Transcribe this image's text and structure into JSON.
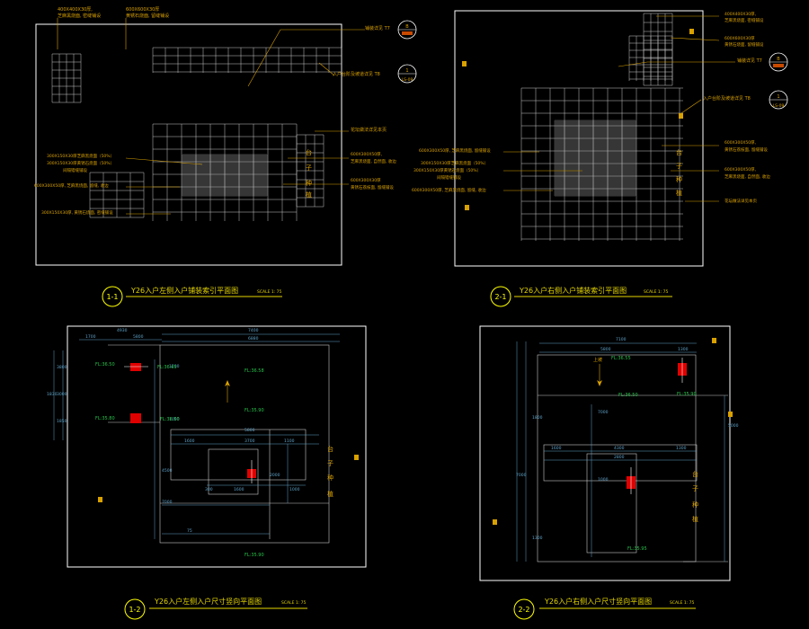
{
  "drawing": {
    "colors": {
      "frame": "#ffffff",
      "grid": "#c8c8c8",
      "leader": "#d9a100",
      "annotation": "#d9a100",
      "dimension": "#5fa3c9",
      "elevation": "#27c24a",
      "marker": "#e00000",
      "title": "#e6d600",
      "circle": "#ffff00"
    },
    "symbols": [
      "section-marker",
      "index-circle",
      "elevation-marker",
      "north-arrow"
    ]
  },
  "views": [
    {
      "id": "1-1",
      "title": "Y26入户左侧入户铺装索引平面图",
      "scale": "SCALE 1: 75",
      "labels": {
        "top_left": [
          "400X400X30厚,",
          "芝麻黑烧面, 密缝铺设"
        ],
        "top_mid": [
          "600X600X30厚",
          "黄锈石烧面, 留缝铺设"
        ],
        "right_1": "铺装详见 T7",
        "right_2": "入户台阶及坡道详见 T8",
        "right_3": "花坛做法详见本页",
        "left_1": "300X150X30厚芝麻黑烧面（50%）",
        "left_2": "300X150X30厚黄锈石烧面（50%）",
        "left_3": "间隔错缝铺设",
        "left_4": "600X300X50厚, 芝麻黑烧面, 留缝, 收边",
        "left_5": "300X150X30厚, 黄锈石烧面, 密缝铺设",
        "right_4": [
          "600X300X50厚,",
          "芝麻黑烧面, 自然面, 收边"
        ],
        "right_5": [
          "600X300X30厚",
          "黄锈石荔枝面, 留缝铺设"
        ],
        "vertical": [
          "台",
          "子",
          "种",
          "植"
        ],
        "index_a": [
          "B",
          "T7"
        ],
        "index_b": [
          "1",
          "LS-09"
        ]
      }
    },
    {
      "id": "2-1",
      "title": "Y26入户右侧入户铺装索引平面图",
      "scale": "SCALE 1: 75",
      "labels": {
        "right_a": [
          "400X400X30厚,",
          "芝麻黑烧面, 密缝铺设"
        ],
        "right_b": [
          "600X600X30厚",
          "黄锈石烧面, 留缝铺设"
        ],
        "right_c": "铺装详见 T7",
        "right_d": "入户台阶及坡道详见 T8",
        "right_e": [
          "600X300X50厚,",
          "黄锈石荔枝面, 留缝铺设"
        ],
        "right_f": [
          "600X300X50厚,",
          "芝麻黑烧面, 自然面, 收边"
        ],
        "right_g": "花坛做法详见本页",
        "left_a": "600X300X50厚, 芝麻黑烧面, 留缝铺设",
        "left_b": "300X150X30厚芝麻黑烧面（50%）",
        "left_c": "300X150X30厚黄锈石烧面（50%）",
        "left_d": "间隔错缝铺设",
        "left_e": "600X300X50厚, 芝麻黑烧面, 留缝, 收边",
        "vertical": [
          "台",
          "子",
          "种",
          "植"
        ],
        "index_a": [
          "B",
          "T7"
        ],
        "index_b": [
          "1",
          "LS-09"
        ]
      }
    },
    {
      "id": "1-2",
      "title": "Y26入户左侧入户尺寸竖向平面图",
      "scale": "SCALE 1: 75",
      "labels": {
        "dims_top": [
          "1700",
          "5800",
          "7400",
          "4930",
          "6880"
        ],
        "dims_left": [
          "1830",
          "3800",
          "3000",
          "1850"
        ],
        "dims_mid": [
          "1600",
          "5800",
          "3700",
          "1100",
          "1200",
          "1000"
        ],
        "dims_bottom": [
          "4500",
          "7000",
          "300",
          "1600",
          "2000",
          "1000",
          "75"
        ],
        "elev": [
          "FL:36.50",
          "FL:36.65",
          "FL:36.58",
          "FL:35.90",
          "FL:35.80",
          "FL:36.50",
          "FL:35.90"
        ],
        "vertical": [
          "台",
          "子",
          "种",
          "植"
        ]
      }
    },
    {
      "id": "2-2",
      "title": "Y26入户右侧入户尺寸竖向平面图",
      "scale": "SCALE 1: 75",
      "labels": {
        "dims_top": [
          "7100",
          "5800",
          "1300"
        ],
        "dims_mid": [
          "1600",
          "4300",
          "2800",
          "1300"
        ],
        "dims_left": [
          "1800",
          "7000",
          "1300",
          "7000",
          "1000",
          "5000"
        ],
        "elev": [
          "FL:36.55",
          "FL:36.50",
          "FL:35.90",
          "FL:35.95"
        ],
        "up": "上坡",
        "vertical": [
          "台",
          "子",
          "种",
          "植"
        ]
      }
    }
  ]
}
